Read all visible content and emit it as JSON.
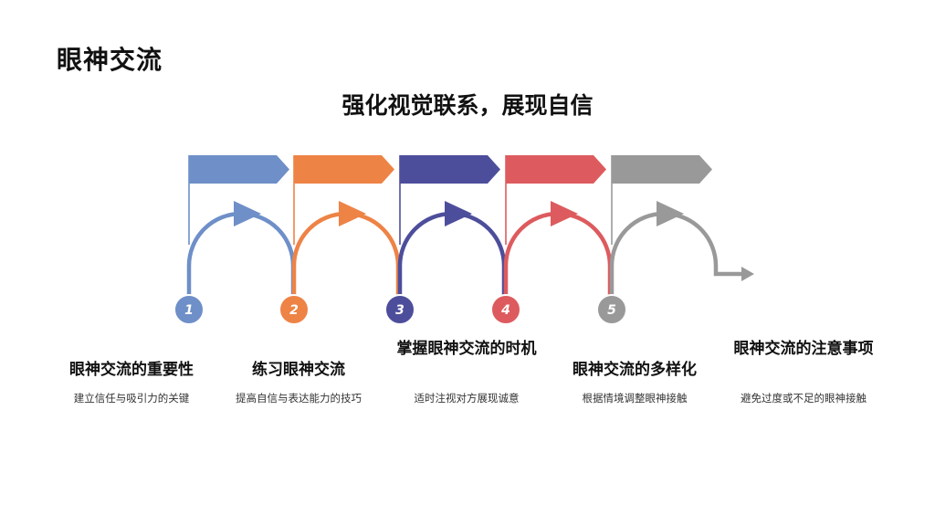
{
  "title": "眼神交流",
  "subtitle": "强化视觉联系，展现自信",
  "steps": [
    {
      "number": "1",
      "title": "眼神交流的重要性",
      "desc": "建立信任与吸引力的关键",
      "color": "#6E8FC8"
    },
    {
      "number": "2",
      "title": "练习眼神交流",
      "desc": "提高自信与表达能力的技巧",
      "color": "#EE8346"
    },
    {
      "number": "3",
      "title": "掌握眼神交流的时机",
      "desc": "适时注视对方展现诚意",
      "color": "#4D4E9B"
    },
    {
      "number": "4",
      "title": "眼神交流的多样化",
      "desc": "根据情境调整眼神接触",
      "color": "#DD5B5E"
    },
    {
      "number": "5",
      "title": "眼神交流的注意事项",
      "desc": "避免过度或不足的眼神接触",
      "color": "#999999"
    }
  ]
}
